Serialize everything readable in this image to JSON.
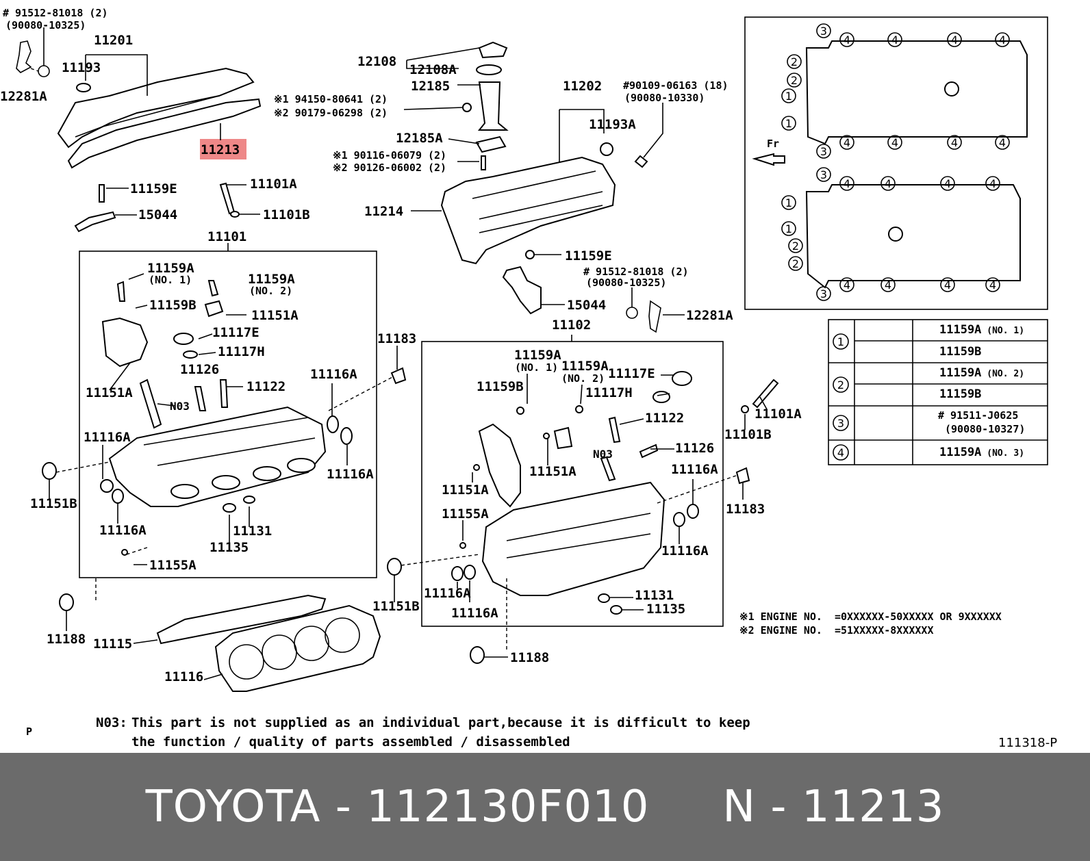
{
  "highlighted_part": "11213",
  "part_labels": {
    "p11201": "11201",
    "p11193": "11193",
    "p12281A_l": "12281A",
    "p91512_l": "# 91512-81018 (2)",
    "p90080_10325_l": "(90080-10325)",
    "p11213": "11213",
    "p11159E_l": "11159E",
    "p15044_l": "15044",
    "p11101A_l": "11101A",
    "p11101B_l": "11101B",
    "p11101": "11101",
    "p12108": "12108",
    "p12108A": "12108A",
    "p12185": "12185",
    "p12185A": "12185A",
    "p94150": "※1 94150-80641 (2)",
    "p90179": "※2 90179-06298 (2)",
    "p90116": "※1 90116-06079 (2)",
    "p90126": "※2 90126-06002 (2)",
    "p11214": "11214",
    "p11202": "11202",
    "p11193A": "11193A",
    "p90109": "#90109-06163 (18)",
    "p90080_10330": "(90080-10330)",
    "p11159E_r": "11159E",
    "p91512_r": "# 91512-81018 (2)",
    "p90080_10325_r": "(90080-10325)",
    "p15044_r": "15044",
    "p12281A_r": "12281A",
    "l11159A1": "11159A",
    "l11159A1no": "(NO. 1)",
    "l11159B": "11159B",
    "l11159A2": "11159A",
    "l11159A2no": "(NO. 2)",
    "l11151A_a": "11151A",
    "l11117E": "11117E",
    "l11117H": "11117H",
    "l11126": "11126",
    "l11122": "11122",
    "l11151A_b": "11151A",
    "lN03": "N03",
    "l11116A_a": "11116A",
    "l11116A_b": "11116A",
    "l11116A_c": "11116A",
    "l11116A_d": "11116A",
    "l11151B": "11151B",
    "l11131": "11131",
    "l11135": "11135",
    "l11155A": "11155A",
    "l11183": "11183",
    "r11102": "11102",
    "r11159A1": "11159A",
    "r11159A1no": "(NO. 1)",
    "r11159A2": "11159A",
    "r11159A2no": "(NO. 2)",
    "r11159B": "11159B",
    "r11117E": "11117E",
    "r11117H": "11117H",
    "r11122": "11122",
    "rN03": "N03",
    "r11126": "11126",
    "r11151A_a": "11151A",
    "r11151A_b": "11151A",
    "r11155A": "11155A",
    "r11116A_a": "11116A",
    "r11116A_b": "11116A",
    "r11116A_c": "11116A",
    "r11116A_d": "11116A",
    "r11151B": "11151B",
    "r11131": "11131",
    "r11135": "11135",
    "r11183": "11183",
    "r11101A": "11101A",
    "r11101B": "11101B",
    "b11188_l": "11188",
    "b11115": "11115",
    "b11116": "11116",
    "b11188_r": "11188",
    "fr": "Fr"
  },
  "bolt_table": [
    {
      "group": "①",
      "part": "11159A",
      "note": "(NO. 1)"
    },
    {
      "group": "",
      "part": "11159B",
      "note": ""
    },
    {
      "group": "②",
      "part": "11159A",
      "note": "(NO. 2)"
    },
    {
      "group": "",
      "part": "11159B",
      "note": ""
    },
    {
      "group": "③",
      "part": "# 91511-J0625",
      "note": "(90080-10327)"
    },
    {
      "group": "④",
      "part": "11159A",
      "note": "(NO. 3)"
    }
  ],
  "engine_notes": {
    "line1": "※1 ENGINE NO.  =0XXXXXX-50XXXXX OR 9XXXXXX",
    "line2": "※2 ENGINE NO.  =51XXXXX-8XXXXXX"
  },
  "n03_note": {
    "label": "N03:",
    "line1": "This part is not supplied as an individual part,because it is difficult to keep",
    "line2": "the function / quality of parts assembled / disassembled"
  },
  "page_mark": "P",
  "diagram_code": "111318-P",
  "footer": {
    "text": "TOYOTA - 112130F010     N - 11213"
  }
}
